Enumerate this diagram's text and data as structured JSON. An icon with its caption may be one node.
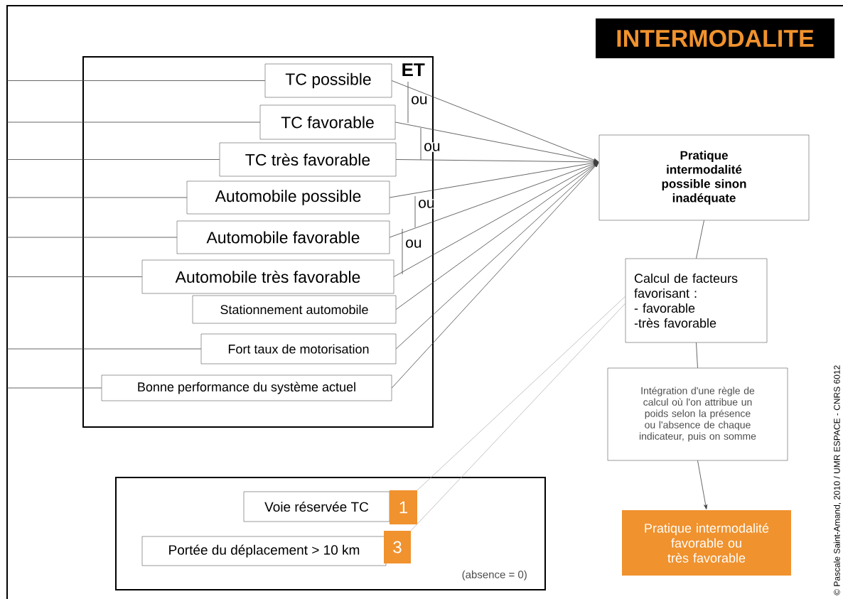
{
  "diagram": {
    "title": "INTERMODALITE",
    "nodes": [
      {
        "text": [
          "ET"
        ]
      },
      {
        "text": [
          "TC possible"
        ],
        "in": 0
      },
      {
        "text": [
          "TC favorable"
        ],
        "in": 0
      },
      {
        "text": [
          "TC très favorable"
        ],
        "in": 0
      },
      {
        "text": [
          "Automobile possible"
        ],
        "in": 0
      },
      {
        "text": [
          "Automobile favorable"
        ],
        "in": 0
      },
      {
        "text": [
          "Automobile très favorable"
        ],
        "in": 0
      },
      {
        "text": [
          "Stationnement automobile"
        ],
        "in": 0
      },
      {
        "text": [
          "Fort taux de motorisation"
        ],
        "in": 0
      },
      {
        "text": [
          "Bonne performance du système actuel"
        ],
        "in": 0
      },
      {
        "text": [
          "Pratique intermodalité possible sinon inadéquate"
        ]
      },
      {
        "text": [
          "Calcul de facteurs favorisant :",
          "- favorable",
          "-très favorable"
        ]
      },
      {
        "text": [
          "Intégration d'une règle de calcul où l'on attribue un poids selon la présence ou l'absence de chaque indicateur, puis on somme"
        ]
      },
      {
        "text": [
          "Pratique intermodalité favorable ou très favorable"
        ]
      },
      {
        "text": [
          "(absence = 0)"
        ]
      },
      {
        "text": [
          "Voie réservée TC"
        ],
        "in": 14
      },
      {
        "text": [
          "1"
        ],
        "in": 14
      },
      {
        "text": [
          "Portée du déplacement > 10 km"
        ],
        "in": 14
      },
      {
        "text": [
          "3"
        ],
        "in": 14
      }
    ],
    "edges": [
      {
        "from": 1,
        "to": 10,
        "arrow": "to"
      },
      {
        "from": 2,
        "to": 10,
        "arrow": "to"
      },
      {
        "from": 3,
        "to": 10,
        "arrow": "to"
      },
      {
        "from": 4,
        "to": 10,
        "arrow": "to"
      },
      {
        "from": 5,
        "to": 10,
        "arrow": "to"
      },
      {
        "from": 6,
        "to": 10,
        "arrow": "to"
      },
      {
        "from": 7,
        "to": 10,
        "arrow": "to"
      },
      {
        "from": 8,
        "to": 10,
        "arrow": "to"
      },
      {
        "from": 9,
        "to": 10,
        "arrow": "to"
      },
      {
        "from": 10,
        "to": 11,
        "arrow": "none"
      },
      {
        "from": 11,
        "to": 12,
        "arrow": "none"
      },
      {
        "from": 12,
        "to": 13,
        "arrow": "to"
      },
      {
        "from": 16,
        "to": 11,
        "arrow": "none",
        "color": "#b4b4b4"
      },
      {
        "from": 18,
        "to": 11,
        "arrow": "none",
        "color": "#b4b4b4"
      },
      {
        "from": null,
        "to": 1,
        "arrow": "none"
      },
      {
        "from": null,
        "to": 2,
        "arrow": "none"
      },
      {
        "from": null,
        "to": 3,
        "arrow": "none"
      },
      {
        "from": null,
        "to": 4,
        "arrow": "none"
      },
      {
        "from": null,
        "to": 5,
        "arrow": "none"
      },
      {
        "from": null,
        "to": 6,
        "arrow": "none"
      },
      {
        "from": null,
        "to": 8,
        "arrow": "none"
      },
      {
        "from": null,
        "to": 9,
        "arrow": "none"
      }
    ],
    "labels": [
      "ou",
      "ou",
      "ou",
      "ou",
      "© Pascale Saint-Amand, 2010 / UMR ESPACE - CNRS 6012"
    ]
  }
}
